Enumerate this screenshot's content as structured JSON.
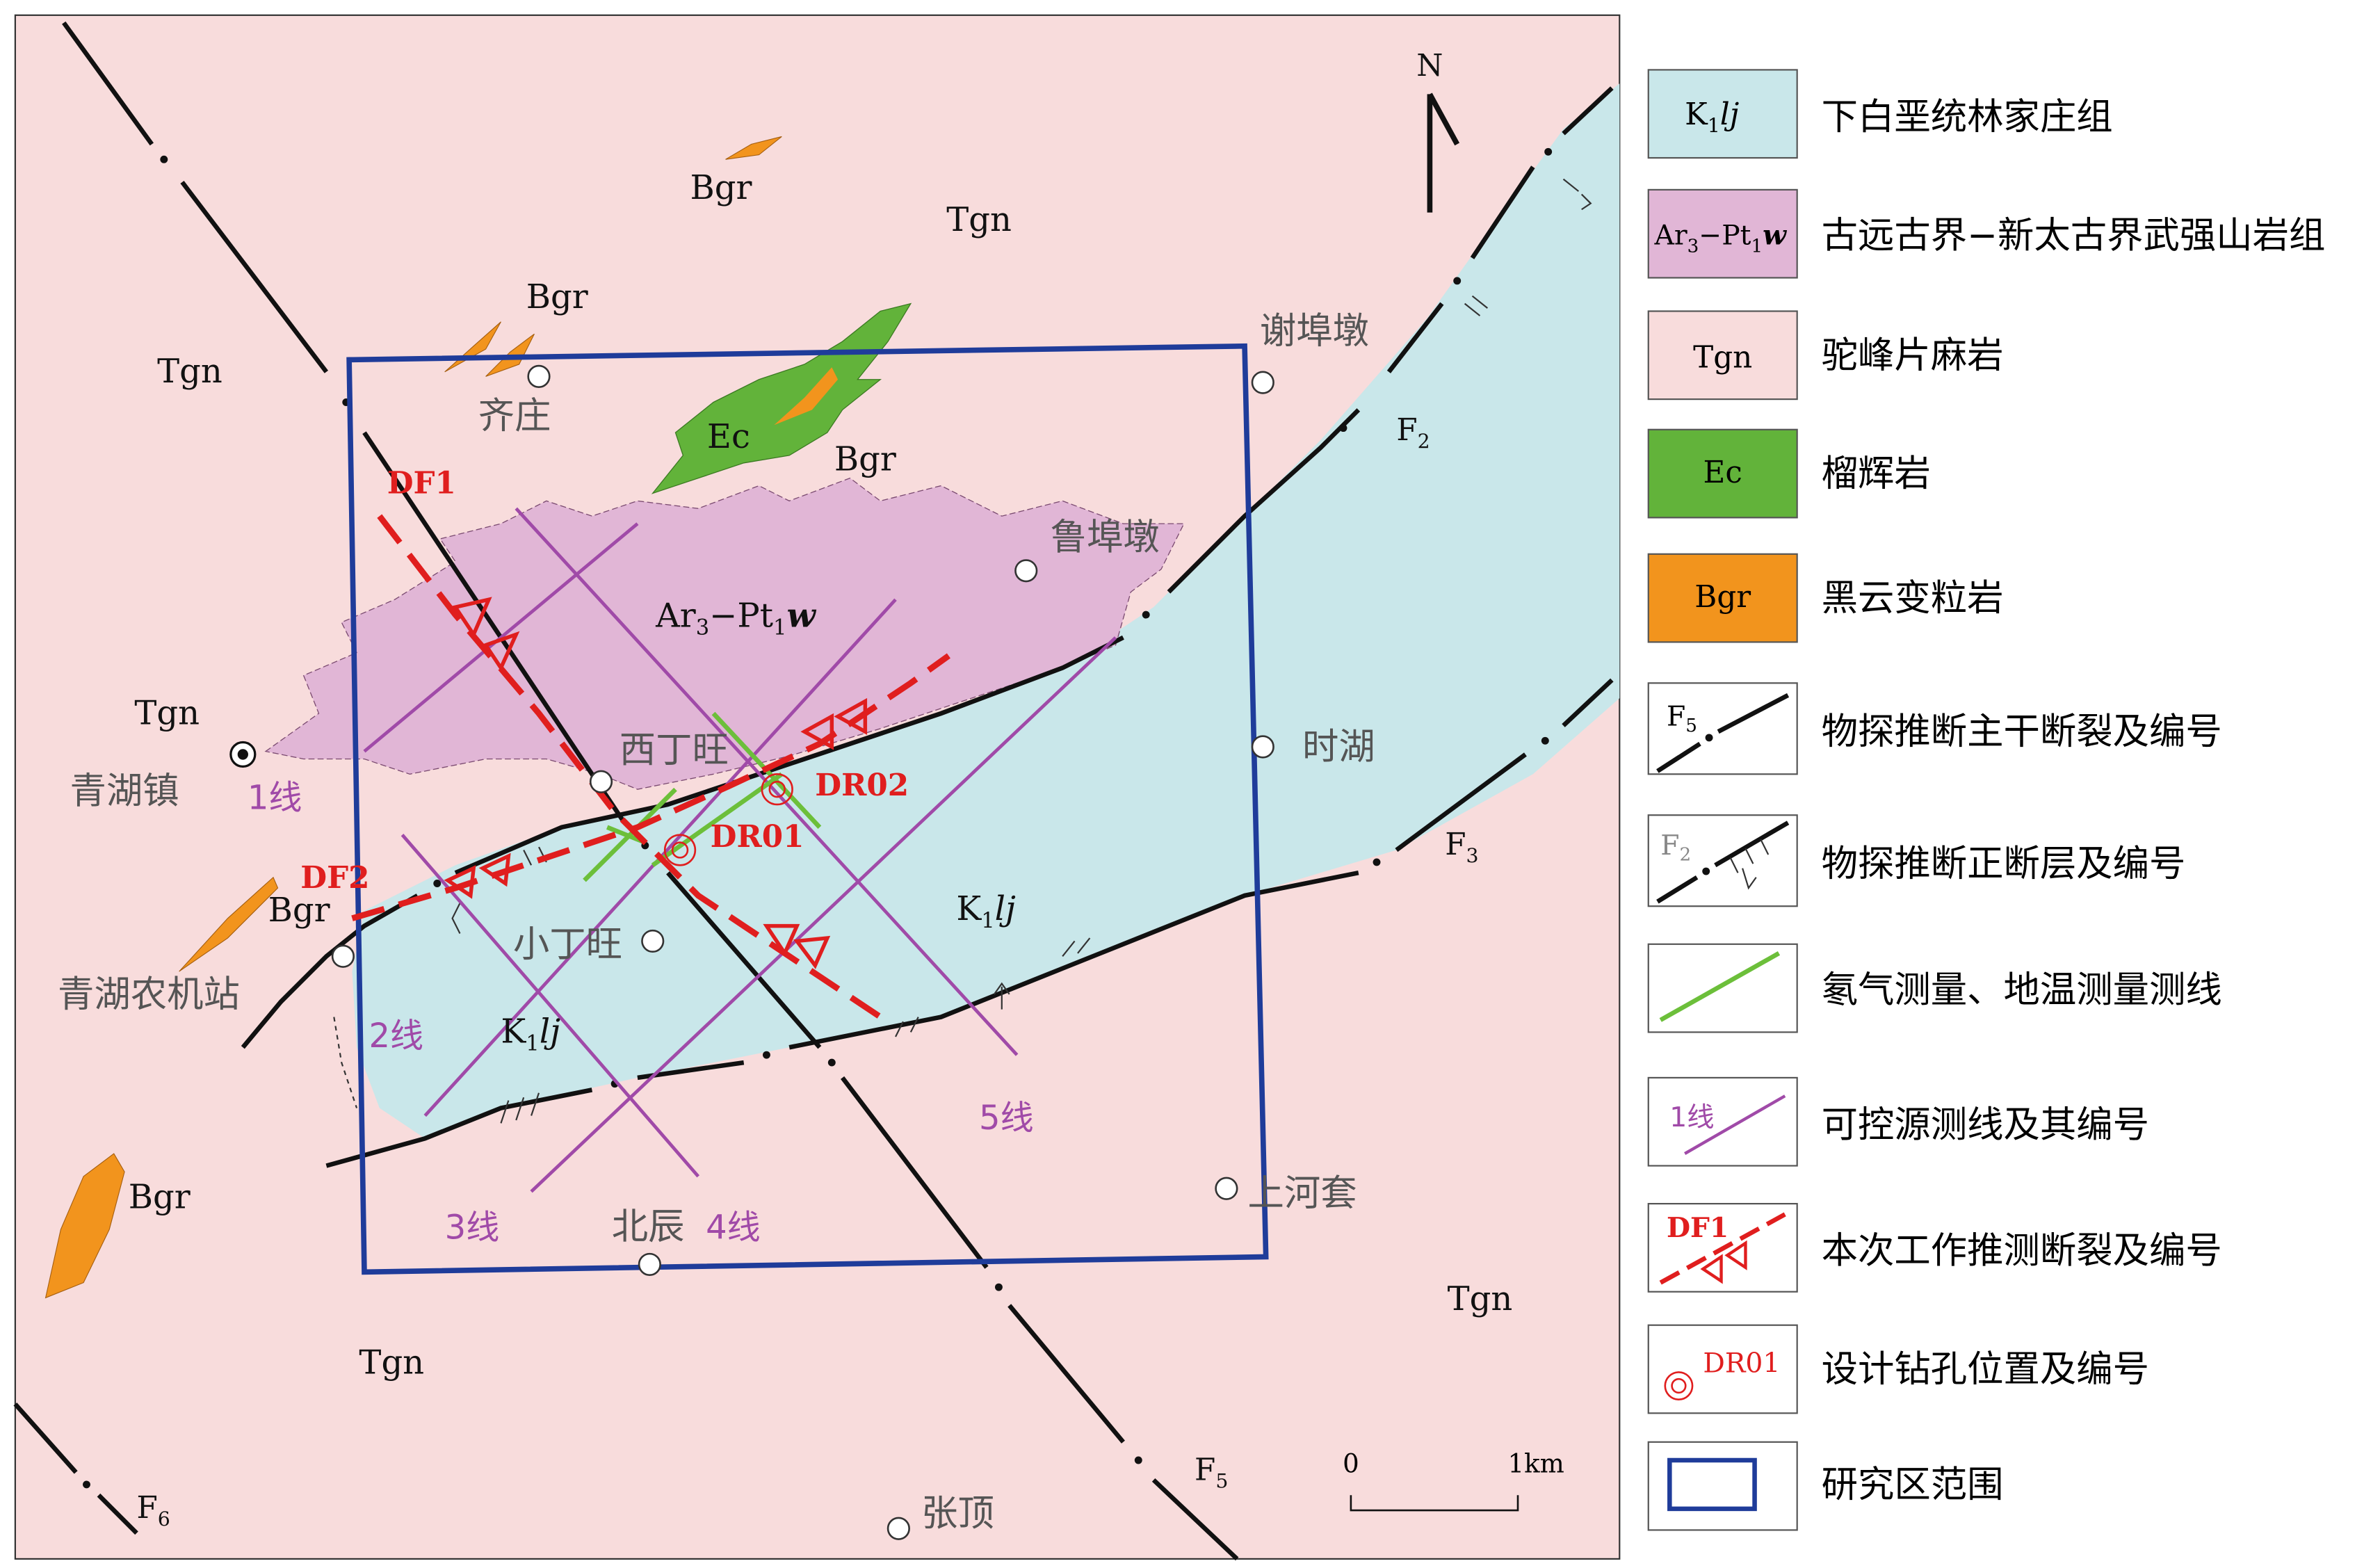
{
  "colors": {
    "tgn": "#f8dcdc",
    "k1lj": "#c9e7ea",
    "ar3pt1w": "#e1b6d6",
    "ec": "#62b33a",
    "bgr": "#f2941d",
    "study_area": "#1f3c9a",
    "fault_inferred": "#e01e1e",
    "survey_line": "#a04aa8",
    "radon_line": "#6cbf3a"
  },
  "north": {
    "label": "N"
  },
  "scale_bar": {
    "zero": "0",
    "end": "1km"
  },
  "units": {
    "tgn": "Tgn",
    "k1lj_base": "K",
    "k1lj_sub": "1",
    "k1lj_italic": "lj",
    "ar_base": "Ar",
    "ar_sub": "3",
    "ar_mid": "−Pt",
    "ar_sub2": "1",
    "ar_italic": "w",
    "ec": "Ec",
    "bgr": "Bgr"
  },
  "places": {
    "qizhuang": "齐庄",
    "xiebudun": "谢埠墩",
    "lubudun": "鲁埠墩",
    "xidingwang": "西丁旺",
    "shihu": "时湖",
    "qinghuzhen": "青湖镇",
    "qinghu_njz": "青湖农机站",
    "xiaodingwang": "小丁旺",
    "beichen": "北辰",
    "shanghetao": "上河套",
    "zhangding": "张顶"
  },
  "faults": {
    "f2": "F",
    "f2_sub": "2",
    "f3": "F",
    "f3_sub": "3",
    "f5": "F",
    "f5_sub": "5",
    "f6": "F",
    "f6_sub": "6",
    "df1": "DF1",
    "df2": "DF2"
  },
  "boreholes": {
    "dr01": "DR01",
    "dr02": "DR02"
  },
  "lines": {
    "l1": "1线",
    "l2": "2线",
    "l3": "3线",
    "l4": "4线",
    "l5": "5线"
  },
  "legend": [
    {
      "symbol": "K1lj",
      "label": "下白垩统林家庄组"
    },
    {
      "symbol": "Ar3-Pt1w",
      "label": "古远古界−新太古界武强山岩组"
    },
    {
      "symbol": "Tgn",
      "label": "驼峰片麻岩"
    },
    {
      "symbol": "Ec",
      "label": "榴辉岩"
    },
    {
      "symbol": "Bgr",
      "label": "黑云变粒岩"
    },
    {
      "symbol": "F5",
      "label": "物探推断主干断裂及编号"
    },
    {
      "symbol": "F2",
      "label": "物探推断正断层及编号"
    },
    {
      "symbol": "",
      "label": "氡气测量、地温测量测线"
    },
    {
      "symbol": "1线",
      "label": "可控源测线及其编号"
    },
    {
      "symbol": "DF1",
      "label": "本次工作推测断裂及编号"
    },
    {
      "symbol": "DR01",
      "label": "设计钻孔位置及编号"
    },
    {
      "symbol": "",
      "label": "研究区范围"
    }
  ]
}
